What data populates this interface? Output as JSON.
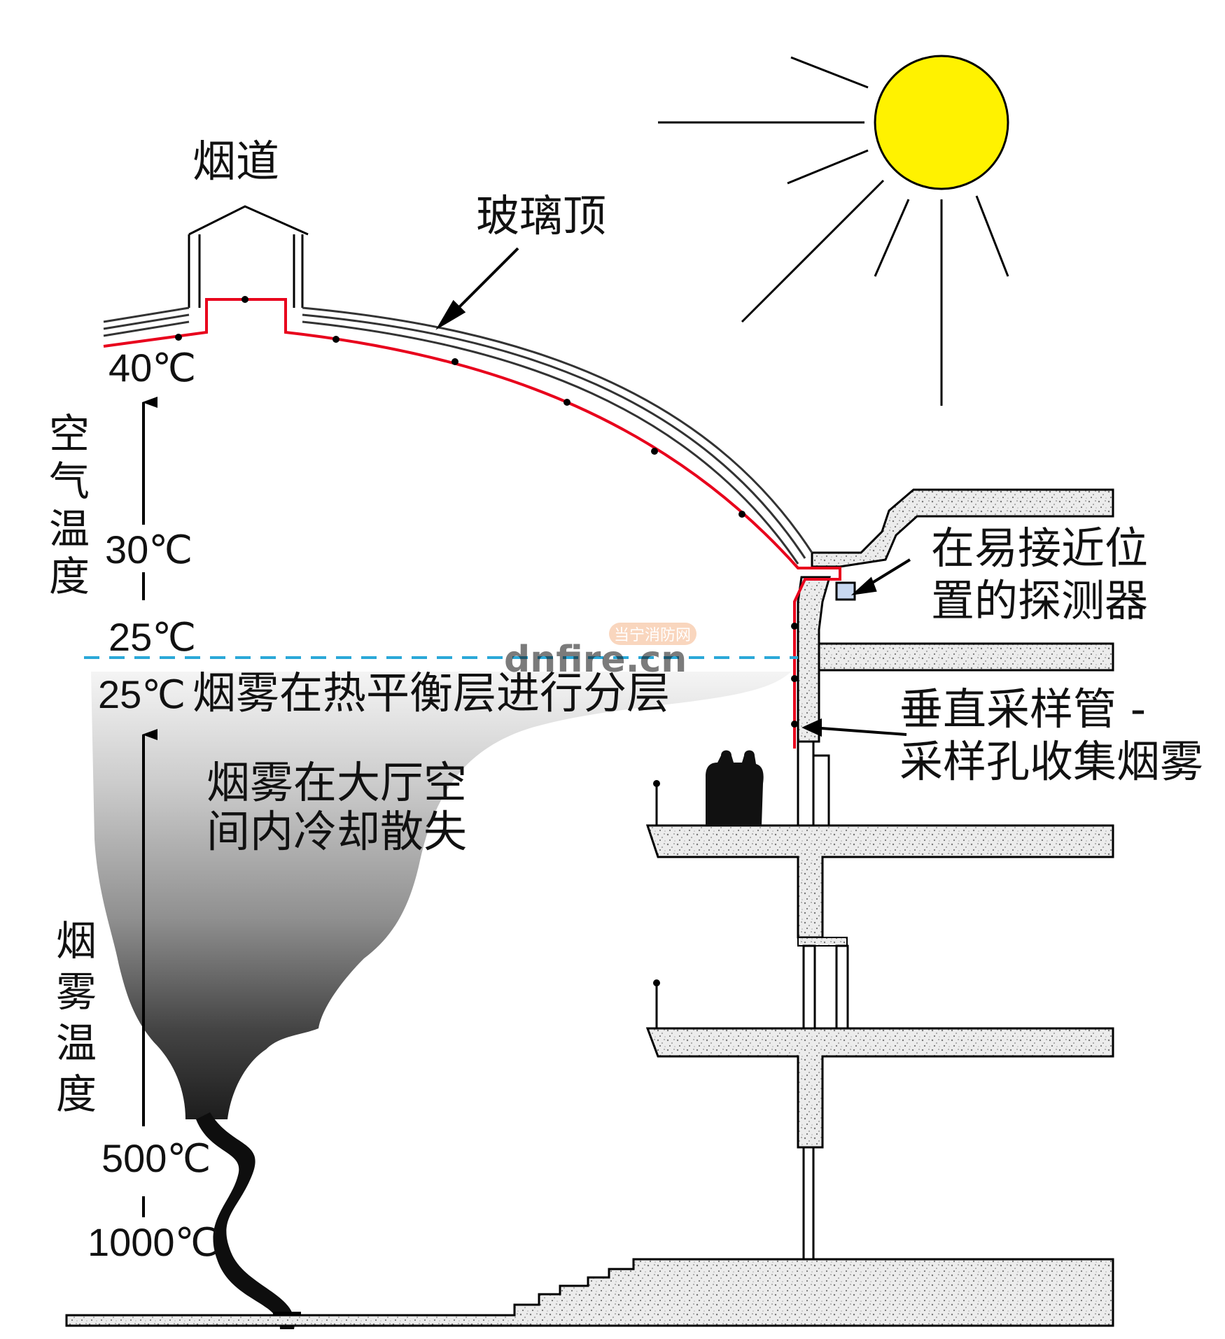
{
  "labels": {
    "flue": "烟道",
    "glass_roof": "玻璃顶",
    "detector_line1": "在易接近位",
    "detector_line2": "置的探测器",
    "stratification": "烟雾在热平衡层进行分层",
    "cooling_line1": "烟雾在大厅空",
    "cooling_line2": "间内冷却散失",
    "sampling_line1": "垂直采样管 -",
    "sampling_line2": "采样孔收集烟雾"
  },
  "axes": {
    "air_temp": [
      "空",
      "气",
      "温",
      "度"
    ],
    "smoke_temp": [
      "烟",
      "雾",
      "温",
      "度"
    ]
  },
  "temperatures": {
    "t40": "40℃",
    "t30": "30℃",
    "t25_upper": "25℃",
    "t25_lower": "25℃",
    "t500": "500℃",
    "t1000": "1000℃"
  },
  "watermark": {
    "text": "dnfire.cn",
    "badge": "当宁消防网"
  },
  "colors": {
    "sun": "#FFF200",
    "sampling_pipe": "#E8001C",
    "stratification_line": "#2BA8D8",
    "concrete": "#E6E6E6",
    "smoke_dark": "#111111",
    "watermark": "#8FCFB0",
    "badge": "#F5B58A"
  }
}
